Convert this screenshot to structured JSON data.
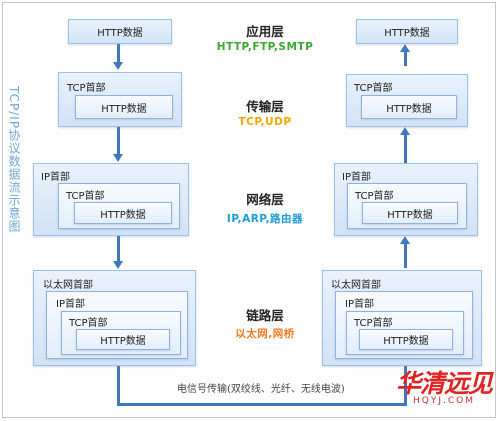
{
  "diagram": {
    "side_title": "TCP/IP协议数据流示意图",
    "layers": [
      {
        "name": "应用层",
        "protocols": "HTTP,FTP,SMTP",
        "color": "#3fa535"
      },
      {
        "name": "传输层",
        "protocols": "TCP,UDP",
        "color": "#f5a800"
      },
      {
        "name": "网络层",
        "protocols": "IP,ARP,路由器",
        "color": "#1e9bd7"
      },
      {
        "name": "链路层",
        "protocols": "以太网,网桥",
        "color": "#ee7d22"
      }
    ],
    "labels": {
      "http_data": "HTTP数据",
      "tcp_header": "TCP首部",
      "ip_header": "IP首部",
      "eth_header": "以太网首部"
    },
    "medium": "电信号传输(双绞线、光纤、无线电波)",
    "wire_color": "#3f78bd"
  },
  "watermark": {
    "main": "华清远见",
    "sub": "HQYJ.COM"
  }
}
